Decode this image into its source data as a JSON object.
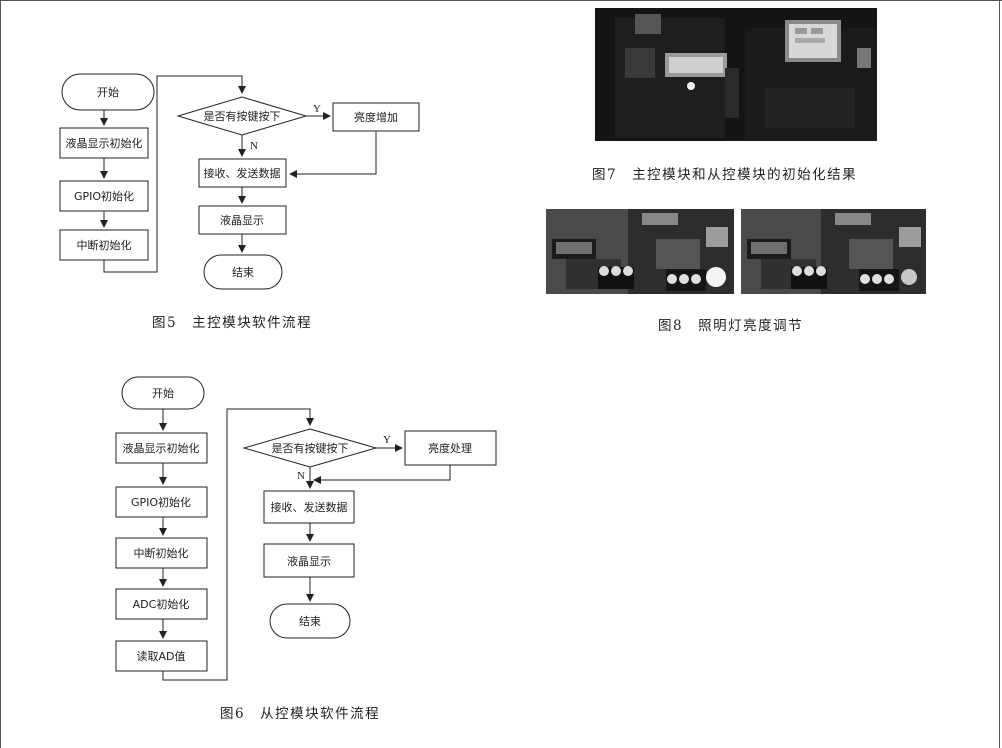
{
  "figure5": {
    "caption": "图5　主控模块软件流程",
    "start": "开始",
    "lcd_init": "液晶显示初始化",
    "gpio_init": "GPIO初始化",
    "irq_init": "中断初始化",
    "decision": "是否有按键按下",
    "yes": "Y",
    "no": "N",
    "action": "亮度增加",
    "send_recv": "接收、发送数据",
    "lcd_show": "液晶显示",
    "end": "结束"
  },
  "figure6": {
    "caption": "图6　从控模块软件流程",
    "start": "开始",
    "lcd_init": "液晶显示初始化",
    "gpio_init": "GPIO初始化",
    "irq_init": "中断初始化",
    "adc_init": "ADC初始化",
    "read_ad": "读取AD值",
    "decision": "是否有按键按下",
    "yes": "Y",
    "no": "N",
    "action": "亮度处理",
    "send_recv": "接收、发送数据",
    "lcd_show": "液晶显示",
    "end": "结束"
  },
  "figure7": {
    "caption": "图7　主控模块和从控模块的初始化结果"
  },
  "figure8": {
    "caption": "图8　照明灯亮度调节"
  }
}
